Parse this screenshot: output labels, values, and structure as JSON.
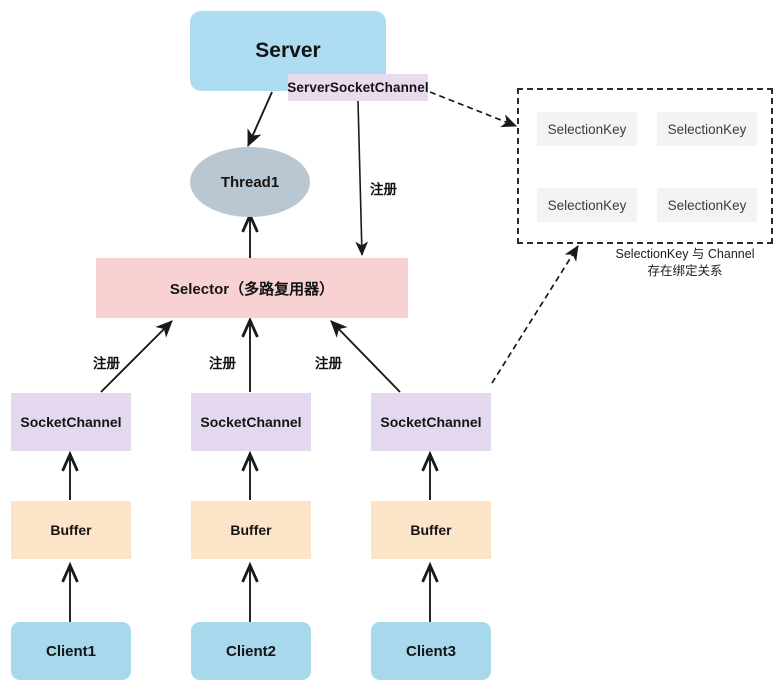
{
  "diagram": {
    "title": "Java NIO Selector / SelectionKey architecture",
    "colors": {
      "server": "#aedcf1",
      "server_socket_channel": "#e9dbee",
      "thread": "#b9c7d3",
      "selector": "#f8d2d2",
      "socket_channel": "#e3d8ed",
      "buffer": "#fce4c9",
      "client": "#a8d8ec",
      "selection_key": "#f3f3f3",
      "stroke": "#1a1a1a"
    },
    "nodes": {
      "server": "Server",
      "server_socket_channel": "ServerSocketChannel",
      "thread": "Thread1",
      "selector": "Selector（多路复用器）",
      "socket_channels": [
        "SocketChannel",
        "SocketChannel",
        "SocketChannel"
      ],
      "buffers": [
        "Buffer",
        "Buffer",
        "Buffer"
      ],
      "clients": [
        "Client1",
        "Client2",
        "Client3"
      ]
    },
    "selection_key_panel": {
      "keys": [
        "SelectionKey",
        "SelectionKey",
        "SelectionKey",
        "SelectionKey"
      ],
      "caption_line1": "SelectionKey 与 Channel",
      "caption_line2": "存在绑定关系"
    },
    "edge_labels": {
      "register_server": "注册",
      "register_ch1": "注册",
      "register_ch2": "注册",
      "register_ch3": "注册"
    }
  }
}
